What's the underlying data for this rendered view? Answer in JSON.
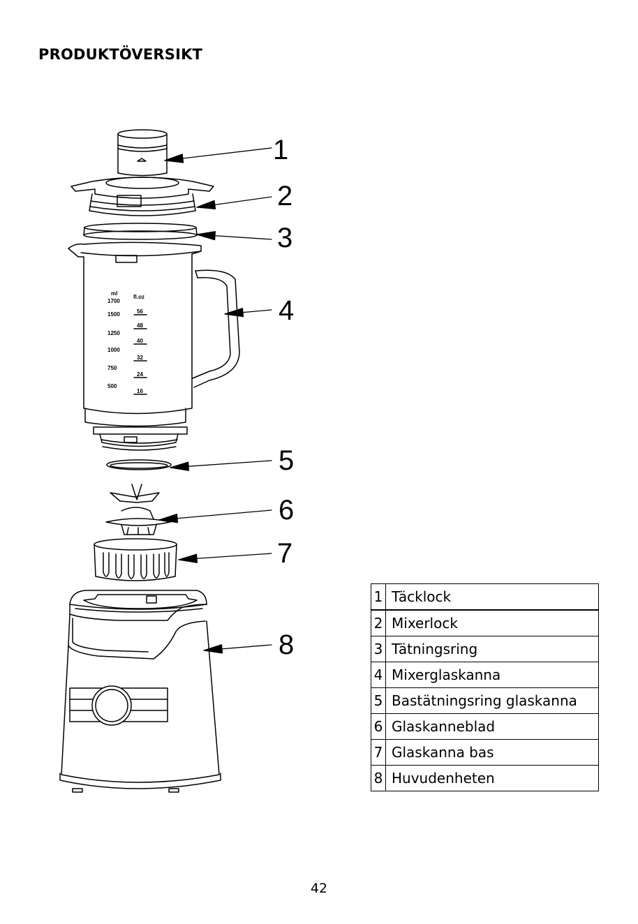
{
  "page": {
    "title": "PRODUKTÖVERSIKT",
    "page_number": "42"
  },
  "diagram": {
    "callouts": [
      "1",
      "2",
      "3",
      "4",
      "5",
      "6",
      "7",
      "8"
    ],
    "jar_scale": {
      "ml_header": "ml",
      "ml_marks": [
        "1700",
        "1500",
        "1250",
        "1000",
        "750",
        "500"
      ],
      "floz_header": "fl.oz",
      "floz_marks": [
        "56",
        "48",
        "40",
        "32",
        "24",
        "16"
      ]
    }
  },
  "parts": [
    {
      "num": "1",
      "name": "Täcklock"
    },
    {
      "num": "2",
      "name": "Mixerlock"
    },
    {
      "num": "3",
      "name": "Tätningsring"
    },
    {
      "num": "4",
      "name": "Mixerglaskanna"
    },
    {
      "num": "5",
      "name": "Bastätningsring glaskanna"
    },
    {
      "num": "6",
      "name": "Glaskanneblad"
    },
    {
      "num": "7",
      "name": "Glaskanna bas"
    },
    {
      "num": "8",
      "name": "Huvudenheten"
    }
  ]
}
